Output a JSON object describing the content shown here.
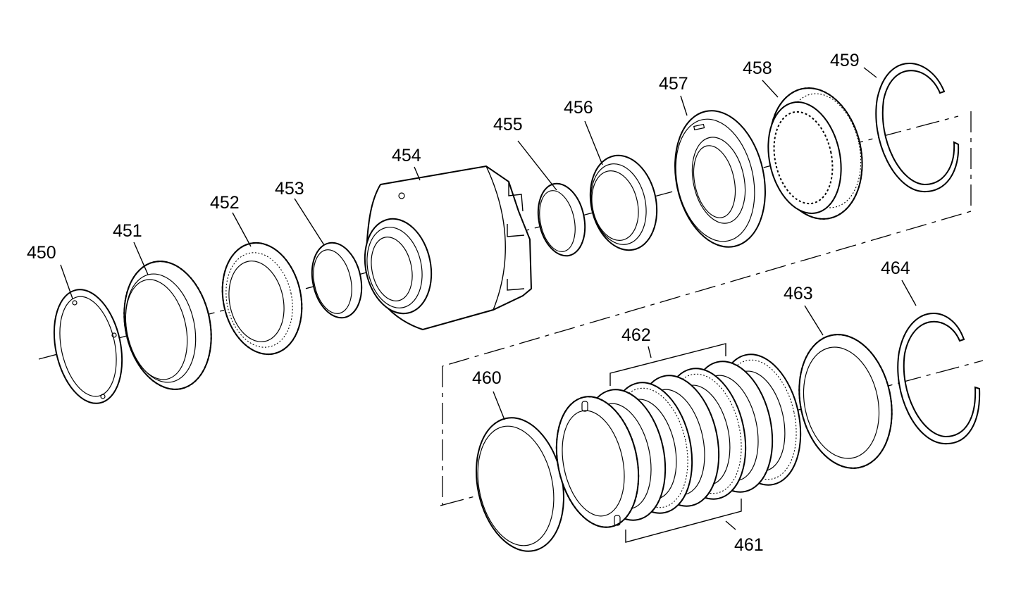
{
  "diagram": {
    "labels": {
      "p450": "450",
      "p451": "451",
      "p452": "452",
      "p453": "453",
      "p454": "454",
      "p455": "455",
      "p456": "456",
      "p457": "457",
      "p458": "458",
      "p459": "459",
      "p460": "460",
      "p461": "461",
      "p462": "462",
      "p463": "463",
      "p464": "464"
    }
  }
}
